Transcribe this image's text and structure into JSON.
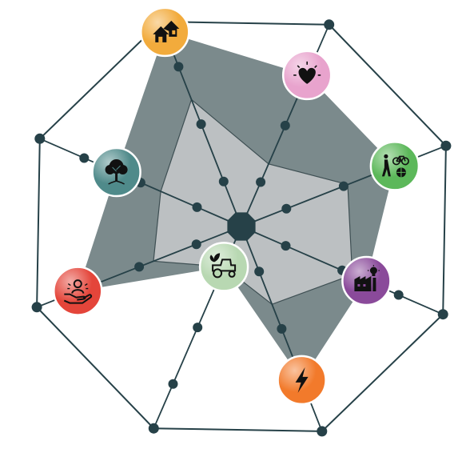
{
  "colors": {
    "frame": "#264148",
    "outer_area": "#7b8a8c",
    "inner_area": "#bcc0c2",
    "hub": "#264148"
  },
  "axes": [
    {
      "id": "housing",
      "icon": "houses-icon",
      "color": "#f2ab3c",
      "outer": 0.95,
      "inner": 0.62
    },
    {
      "id": "health",
      "icon": "heart-icon",
      "color": "#e8a3cd",
      "outer": 0.75,
      "inner": 0.31
    },
    {
      "id": "mobility",
      "icon": "walk-bike-ball-icon",
      "color": "#5cb85a",
      "outer": 0.75,
      "inner": 0.52
    },
    {
      "id": "industry",
      "icon": "factory-bulb-icon",
      "color": "#8a4a9a",
      "outer": 0.62,
      "inner": 0.55
    },
    {
      "id": "energy",
      "icon": "lightning-icon",
      "color": "#f27a2b",
      "outer": 0.75,
      "inner": 0.38
    },
    {
      "id": "agriculture",
      "icon": "tractor-leaf-icon",
      "color": "#b8d8b2",
      "outer": 0.2,
      "inner": 0.2
    },
    {
      "id": "care",
      "icon": "hand-person-icon",
      "color": "#e4453a",
      "outer": 0.8,
      "inner": 0.43
    },
    {
      "id": "nature",
      "icon": "tree-icon",
      "color": "#4f8a8a",
      "outer": 0.62,
      "inner": 0.4
    }
  ]
}
